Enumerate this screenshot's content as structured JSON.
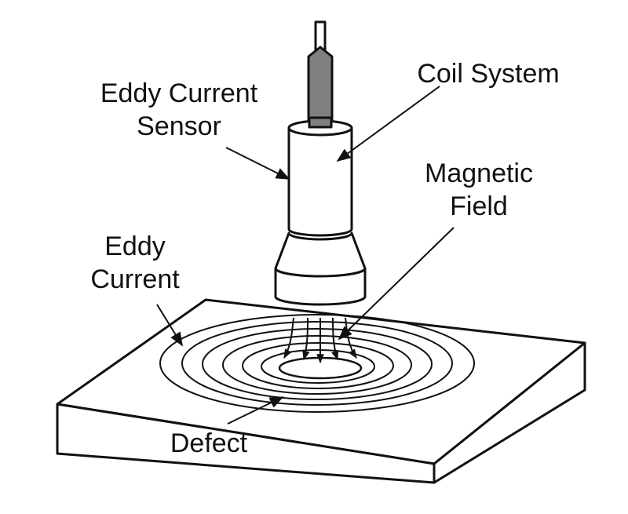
{
  "labels": {
    "sensor_line1": "Eddy Current",
    "sensor_line2": "Sensor",
    "coil": "Coil System",
    "magnetic_line1": "Magnetic",
    "magnetic_line2": "Field",
    "eddy_line1": "Eddy",
    "eddy_line2": "Current",
    "defect": "Defect"
  },
  "colors": {
    "line": "#111111",
    "background": "#ffffff",
    "wire": "#808080"
  }
}
